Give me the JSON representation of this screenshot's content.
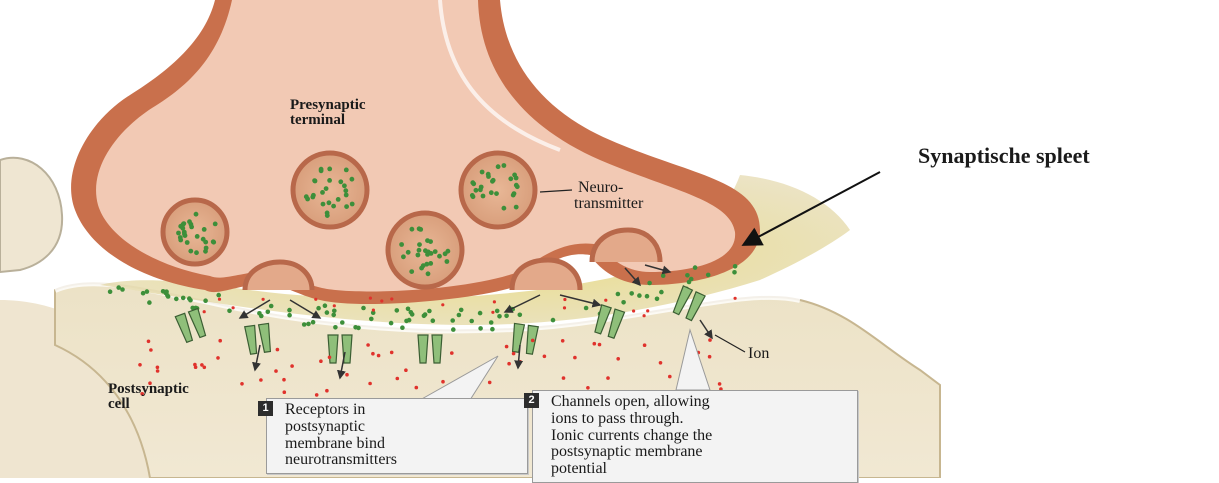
{
  "labels": {
    "presynaptic_line1": "Presynaptic",
    "presynaptic_line2": "terminal",
    "neurotransmitter_line1": "Neuro-",
    "neurotransmitter_line2": "transmitter",
    "ion": "Ion",
    "postsynaptic_line1": "Postsynaptic",
    "postsynaptic_line2": "cell",
    "synaptic_cleft": "Synaptische spleet"
  },
  "callouts": [
    {
      "number": "1",
      "lines": [
        "Receptors in",
        "postsynaptic",
        "membrane bind",
        "neurotransmitters"
      ]
    },
    {
      "number": "2",
      "lines": [
        "Channels open, allowing",
        "ions to pass through.",
        "Ionic currents change the",
        "postsynaptic membrane",
        "potential"
      ]
    }
  ],
  "colors": {
    "terminal_fill": "#f2c9b4",
    "terminal_outer": "#c96a45",
    "cleft": "#d8d27a",
    "postsynaptic_fill": "#e7dcc0",
    "vesicle_ring": "#b8684a",
    "neurotransmitter_dot": "#3d8f3a",
    "ion_dot": "#e0322c",
    "receptor": "#8fbf7a"
  }
}
